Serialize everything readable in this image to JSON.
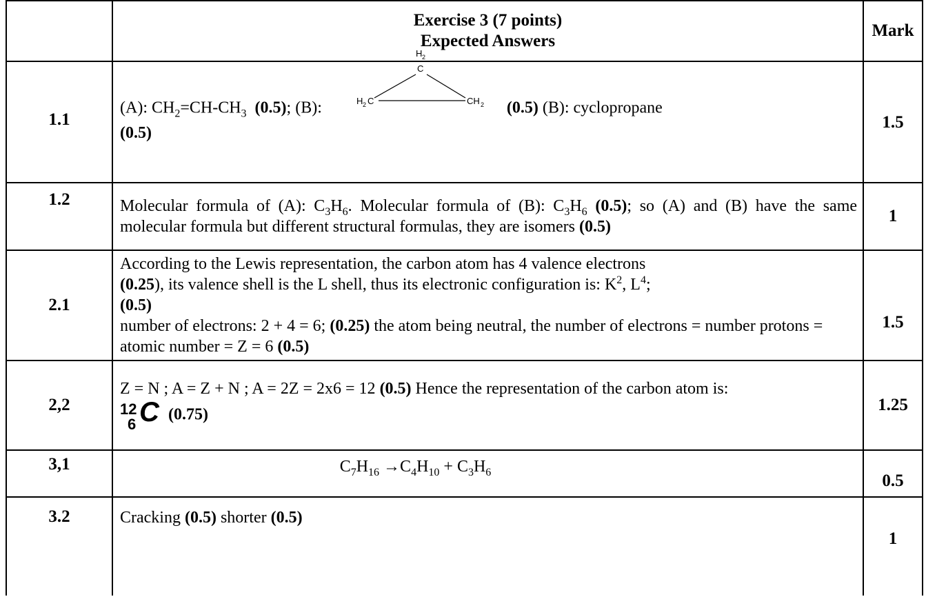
{
  "header": {
    "title_line1": "Exercise 3 (7 points)",
    "title_line2": "Expected Answers",
    "mark_col": "Mark"
  },
  "rows": [
    {
      "section": "1.1",
      "mark": "1.5",
      "parts": {
        "a_prefix": "(A): CH",
        "a_sub1": "2",
        "a_mid": "=CH-CH",
        "a_sub2": "3",
        "a_pts": "(0.5)",
        "b_prefix": "; (B):",
        "struct_top": "H",
        "struct_top_sub": "2",
        "struct_c": "C",
        "struct_left": "H",
        "struct_left_sub": "2",
        "struct_left_c": "C",
        "struct_right_c": "CH",
        "struct_right_sub": "2",
        "b_pts": "(0.5)",
        "b_name": "(B): cyclopropane",
        "b_name_pts": "(0.5)"
      }
    },
    {
      "section": "1.2",
      "mark": "1",
      "parts": {
        "t1": "Molecular formula of (A): C",
        "s1": "3",
        "t2": "H",
        "s2": "6",
        "t3": ". Molecular formula of (B): C",
        "s3": "3",
        "t4": "H",
        "s4": "6",
        "p1": "(0.5)",
        "t5": "; so (A) and (B) have the same molecular formula but different structural formulas, they are isomers",
        "p2": "(0.5)"
      }
    },
    {
      "section": "2.1",
      "mark": "1.5",
      "parts": {
        "t1": "According to the Lewis representation, the carbon atom has 4 valence electrons",
        "p1": "(0.25",
        "t2": "), its valence shell is the L shell, thus its electronic configuration is: K",
        "sup1": "2",
        "t3": ", L",
        "sup2": "4",
        "t4": ";",
        "p2": "(0.5)",
        "t5": "number of electrons: 2 + 4 = 6;",
        "p3": "(0.25)",
        "t6": "the atom being  neutral, the number of electrons = number protons = atomic number = Z = 6",
        "p4": "(0.5)"
      }
    },
    {
      "section": "2,2",
      "mark": "1.25",
      "parts": {
        "t1": "Z = N ; A = Z + N ; A = 2Z = 2x6 = 12",
        "p1": "(0.5)",
        "t2": "Hence the representation of the carbon atom is:",
        "iso_a": "12",
        "iso_z": "6",
        "iso_s": "C",
        "p2": "(0.75)"
      }
    },
    {
      "section": "3,1",
      "mark": "0.5",
      "parts": {
        "t1": "C",
        "s1": "7",
        "t2": "H",
        "s2": "16",
        "arrow": " →",
        "t3": "C",
        "s3": "4",
        "t4": "H",
        "s4": "10",
        "t5": " + C",
        "s5": "3",
        "t6": "H",
        "s6": "6"
      }
    },
    {
      "section": "3.2",
      "mark": "1",
      "parts": {
        "t1": "Cracking",
        "p1": "(0.5)",
        "t2": "shorter",
        "p2": "(0.5)"
      }
    }
  ]
}
